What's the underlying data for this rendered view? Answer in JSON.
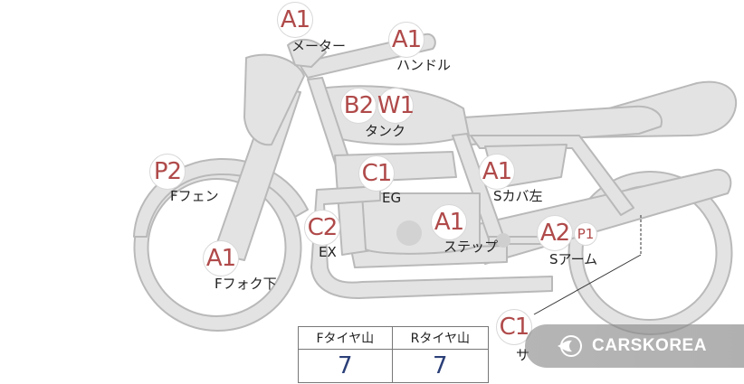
{
  "markers": {
    "meter": {
      "code": "A1",
      "label": "メーター"
    },
    "handle": {
      "code": "A1",
      "label": "ハンドル"
    },
    "tank": {
      "codes": [
        "B2",
        "W1"
      ],
      "label": "タンク"
    },
    "fender": {
      "code": "P2",
      "label": "Fフェン"
    },
    "engine": {
      "code": "C1",
      "label": "EG"
    },
    "side_cover": {
      "code": "A1",
      "label": "Sカバ左"
    },
    "exhaust": {
      "code": "C2",
      "label": "EX"
    },
    "step": {
      "code": "A1",
      "label": "ステップ"
    },
    "swing_arm": {
      "code": "A2",
      "sub_code": "P1",
      "label": "Sアーム"
    },
    "fork": {
      "code": "A1",
      "label": "Fフォク下"
    },
    "muffler": {
      "code": "C1",
      "label": "サ"
    }
  },
  "tread_table": {
    "front_header": "Fタイヤ山",
    "rear_header": "Rタイヤ山",
    "front_value": "7",
    "rear_value": "7"
  },
  "watermark": {
    "text": "CARSKOREA",
    "icon": "flame-logo-icon"
  }
}
